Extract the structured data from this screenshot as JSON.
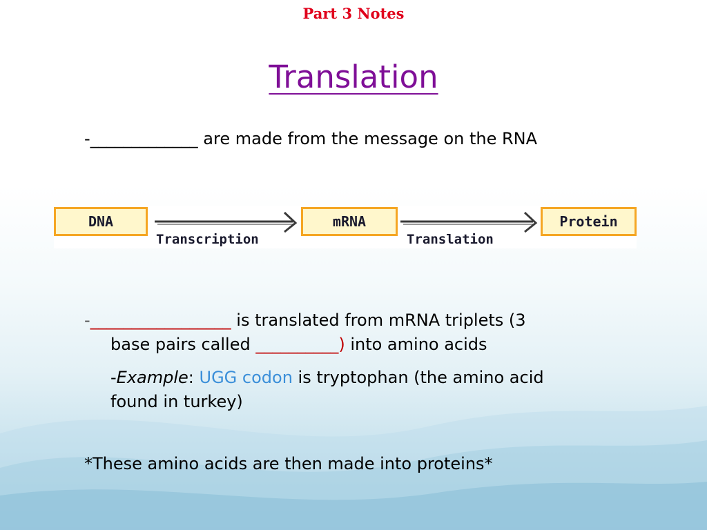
{
  "slide": {
    "header_note": "Part 3 Notes",
    "title": "Translation",
    "bullet1": {
      "prefix": "-",
      "blank": "_____________",
      "text": " are made from the message on the RNA"
    },
    "diagram": {
      "dna": "DNA",
      "mrna": "mRNA",
      "protein": "Protein",
      "step1": "Transcription",
      "step2": "Translation"
    },
    "bullet2": {
      "prefix": "-",
      "blank1": "_________________",
      "text1": "  is translated from mRNA triplets (3",
      "text2": "base pairs called ",
      "blank2": "__________)",
      "text3": " into amino acids"
    },
    "example": {
      "prefix": "-",
      "label": "Example",
      "colon": ": ",
      "highlight": "UGG codon",
      "text": " is tryptophan (the amino acid",
      "text2": "found in turkey)"
    },
    "closing": "*These amino acids are then made into proteins*"
  },
  "colors": {
    "title": "#7f0f97",
    "header_note": "#e0001b",
    "blank_red": "#c00000",
    "highlight_blue": "#3b8fd9",
    "box_fill": "#fff7cc",
    "box_border": "#f5a623"
  }
}
